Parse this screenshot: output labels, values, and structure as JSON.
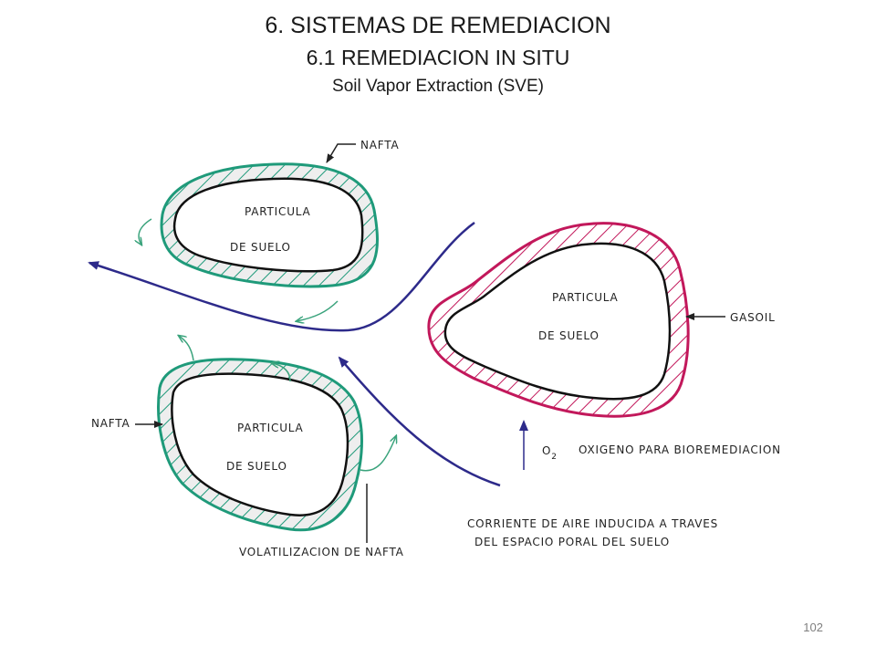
{
  "header": {
    "title": "6. SISTEMAS DE REMEDIACION",
    "subtitle": "6.1 REMEDIACION IN SITU",
    "caption": "Soil Vapor Extraction (SVE)"
  },
  "diagram": {
    "top_particle": {
      "line1": "PARTICULA",
      "line2": "DE SUELO",
      "film_label": "NAFTA"
    },
    "bottom_particle": {
      "line1": "PARTICULA",
      "line2": "DE SUELO",
      "film_label": "NAFTA"
    },
    "right_particle": {
      "line1": "PARTICULA",
      "line2": "DE SUELO",
      "film_label": "GASOIL"
    },
    "o2_symbol": "O",
    "o2_subscript": "2",
    "oxygen_label": "OXIGENO PARA BIOREMEDIACION",
    "airflow_line1": "CORRIENTE DE AIRE INDUCIDA A TRAVES",
    "airflow_line2": "DEL ESPACIO PORAL DEL SUELO",
    "volatilization_label": "VOLATILIZACION DE NAFTA",
    "colors": {
      "nafta_film": "#1f9a7a",
      "gasoil_film": "#c2185b",
      "airflow": "#2d2a8a",
      "outline": "#111111"
    }
  },
  "footer": {
    "page_number": "102"
  }
}
